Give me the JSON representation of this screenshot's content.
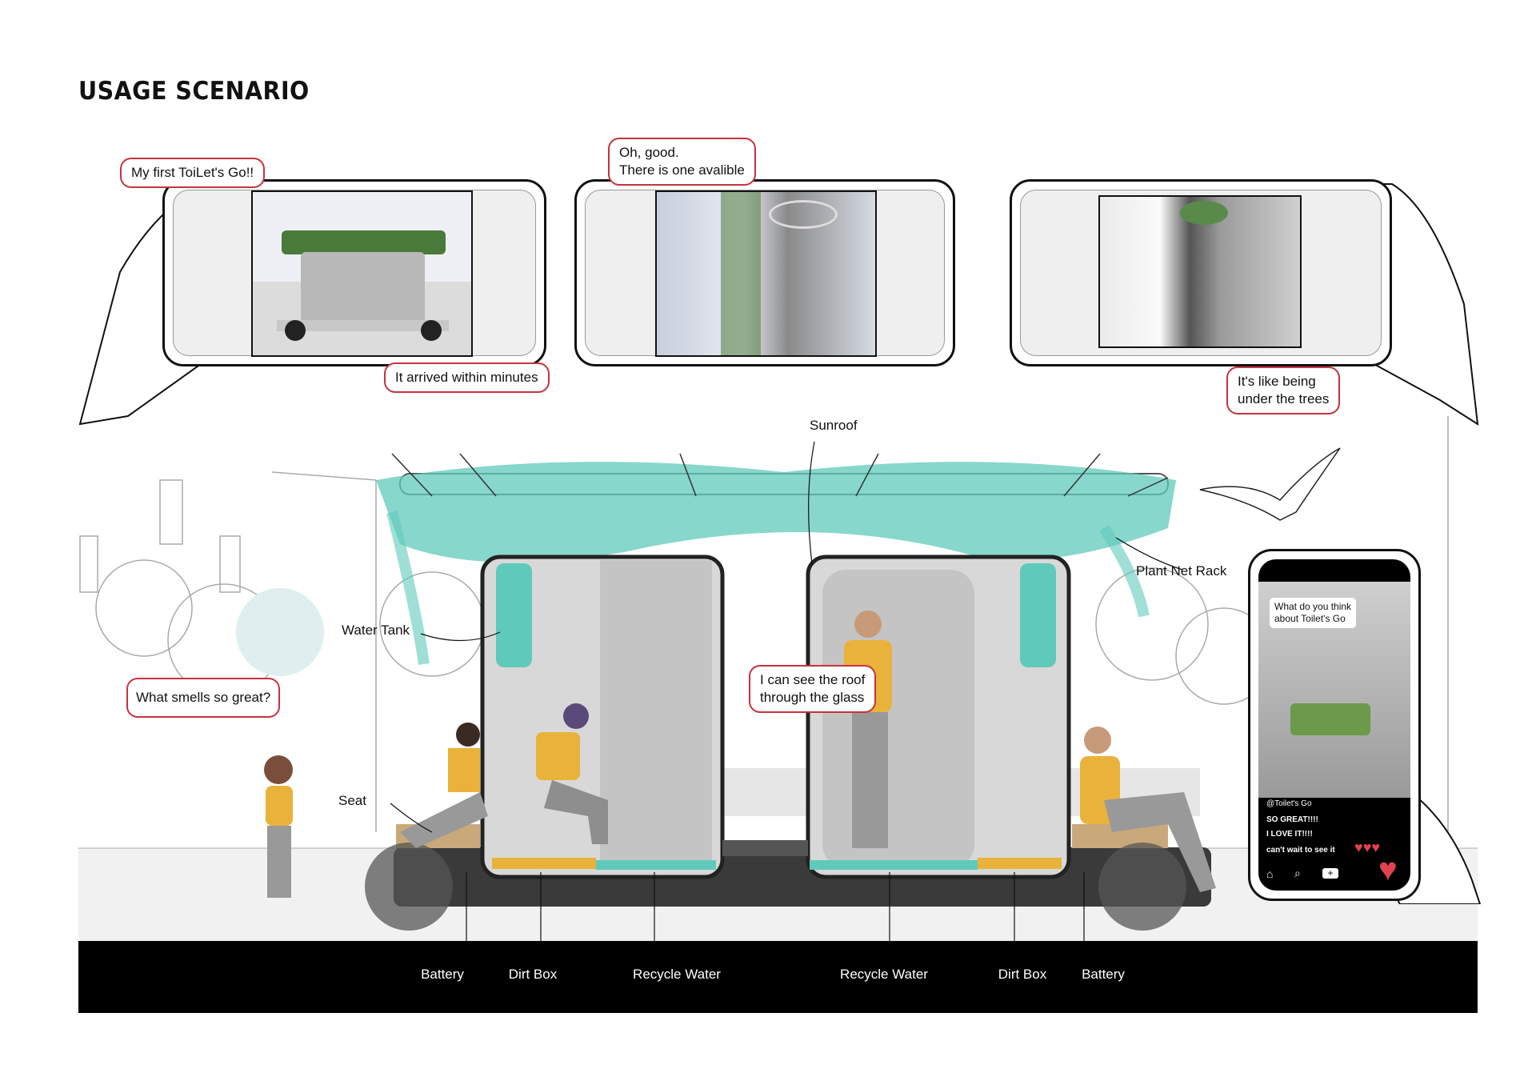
{
  "title": "USAGE SCENARIO",
  "bubbles": {
    "first": "My first ToiLet's Go!!",
    "arrived": "It arrived within minutes",
    "good_line1": "Oh, good.",
    "good_line2": "There is one avalible",
    "trees_line1": "It's like being",
    "trees_line2": "under the trees",
    "smells": "What smells so great?",
    "roof_line1": "I can see the roof",
    "roof_line2": "through the glass"
  },
  "labels": {
    "sunroof": "Sunroof",
    "plant_net_rack": "Plant Net Rack",
    "water_tank": "Water Tank",
    "seat": "Seat"
  },
  "bottom_labels": [
    "Battery",
    "Dirt Box",
    "Recycle Water",
    "Recycle Water",
    "Dirt Box",
    "Battery"
  ],
  "social_phone": {
    "question_line1": "What do you think",
    "question_line2": "about Toilet's Go",
    "handle": "@Toilet's Go",
    "comments": [
      "SO GREAT!!!!",
      "I LOVE IT!!!!",
      "can't wait to see it"
    ]
  },
  "colors": {
    "bubble_border": "#c8323f",
    "plant": "#5fc9bb",
    "accent_yellow": "#e9b23a",
    "heart": "#e0424f"
  }
}
